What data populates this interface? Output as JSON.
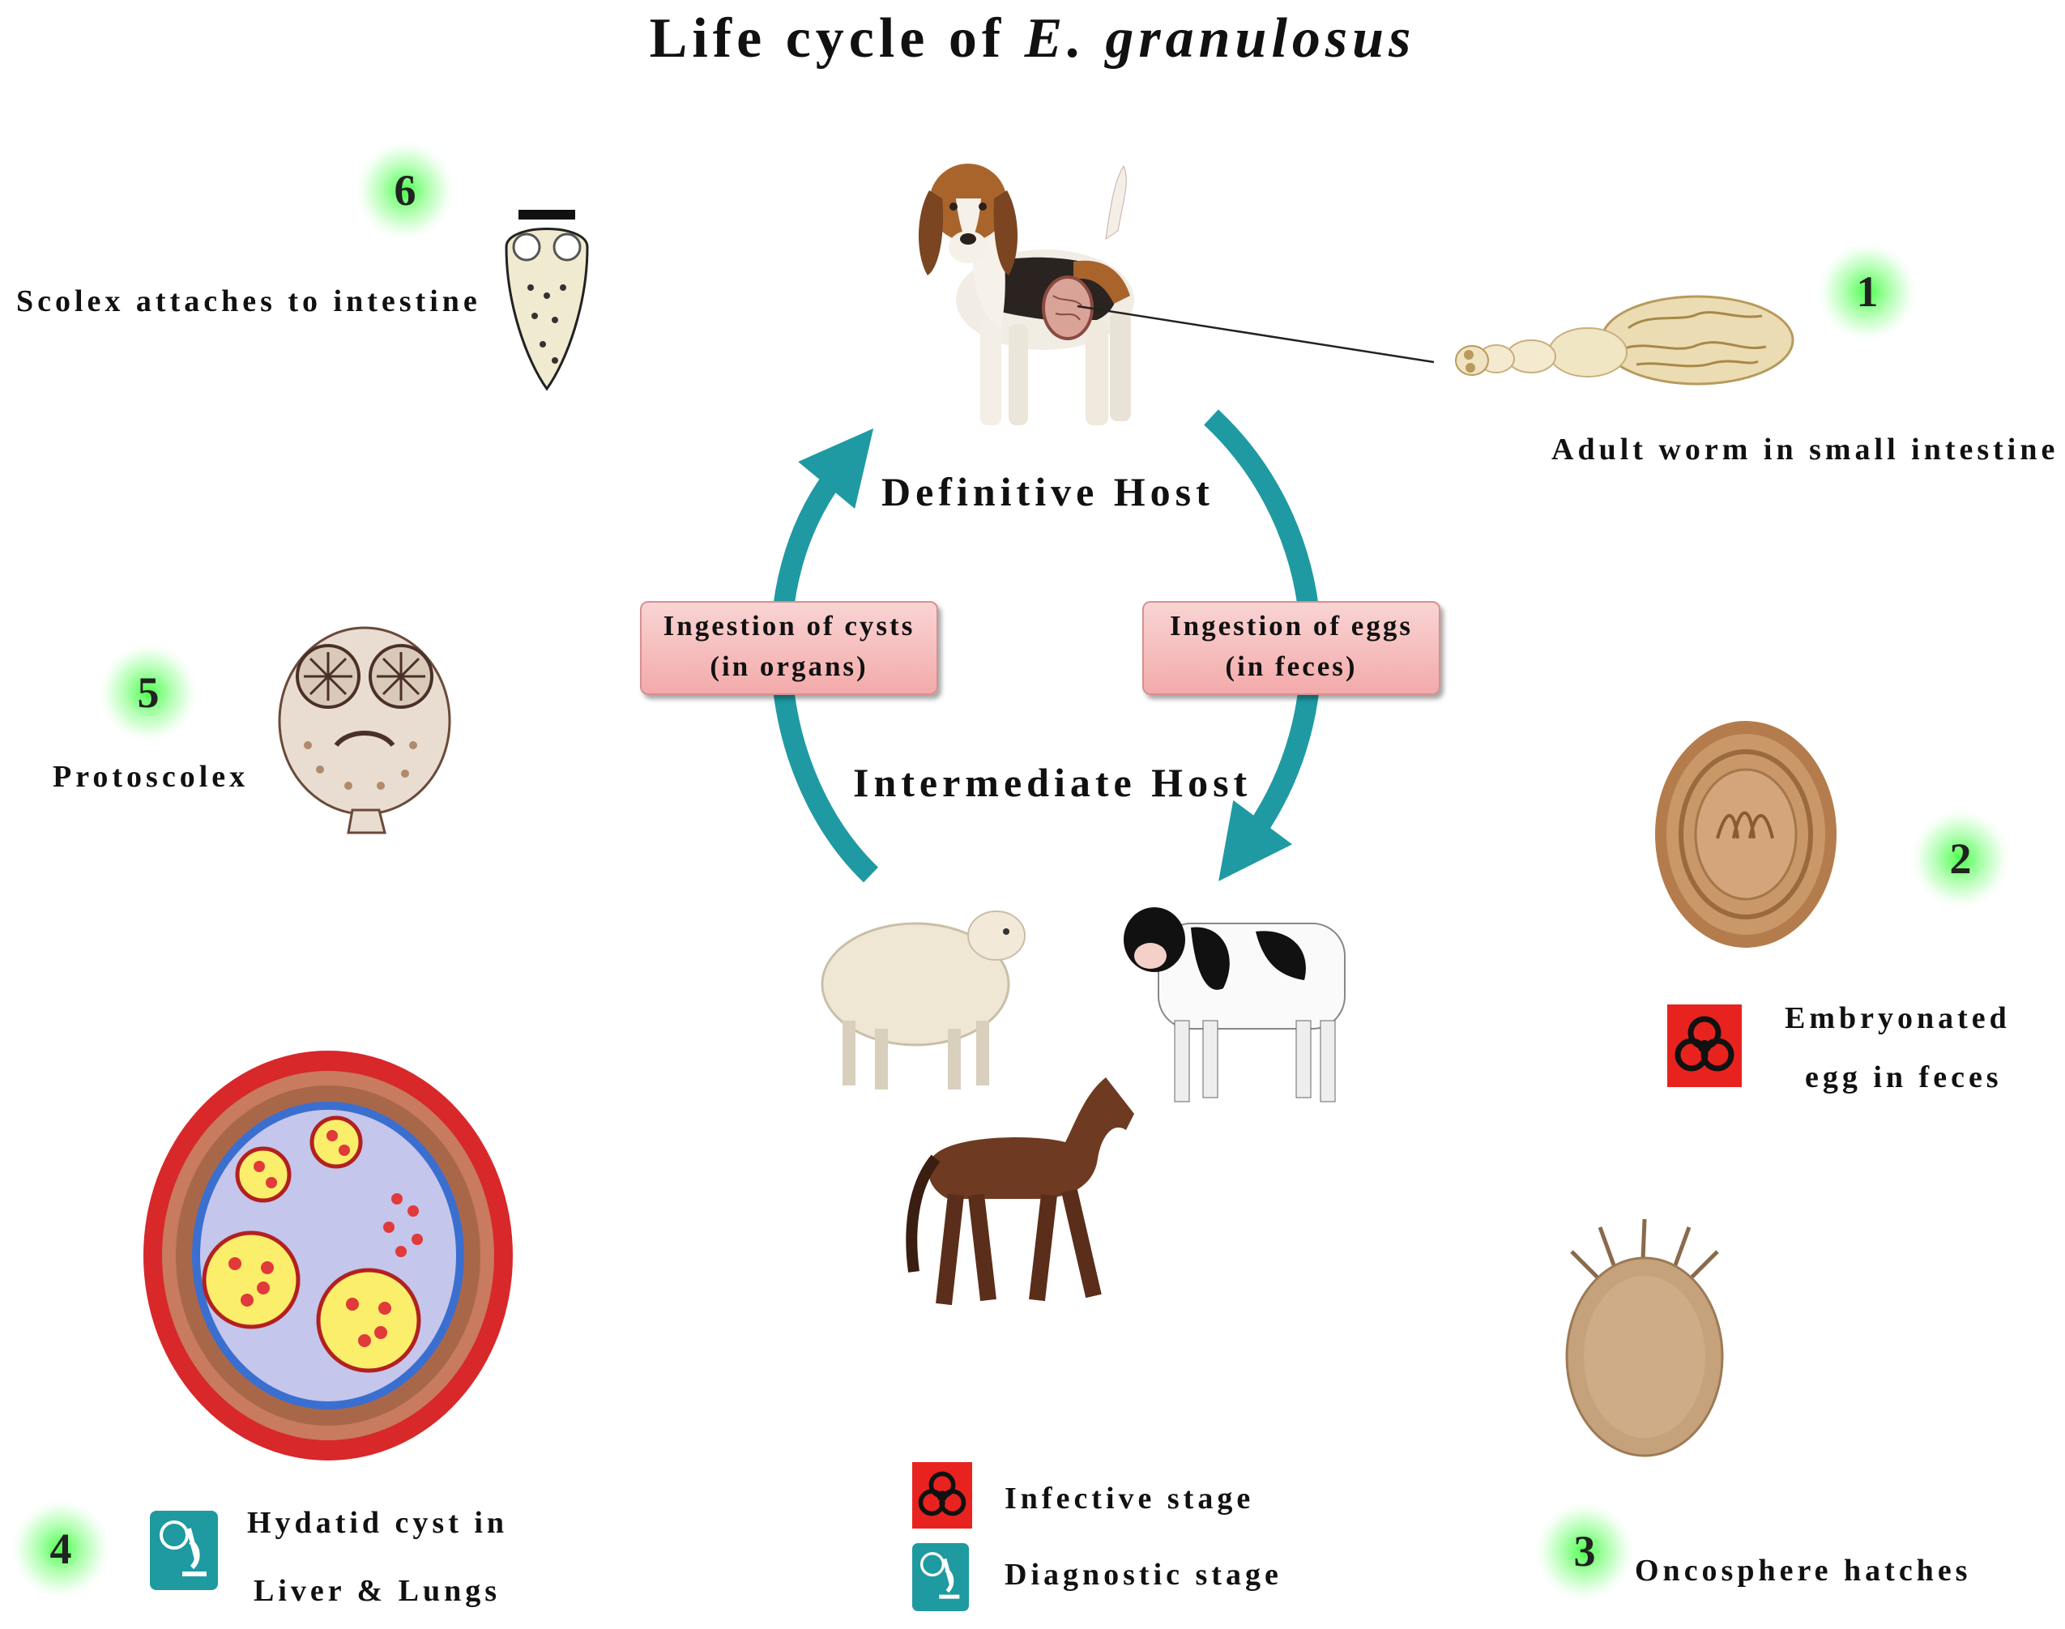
{
  "title": {
    "prefix": "Life cycle of ",
    "species": "E. granulosus"
  },
  "hosts": {
    "definitive": "Definitive Host",
    "intermediate": "Intermediate Host"
  },
  "transmission": {
    "cysts": {
      "line1": "Ingestion of cysts",
      "line2": "(in organs)"
    },
    "eggs": {
      "line1": "Ingestion of eggs",
      "line2": "(in feces)"
    }
  },
  "stages": [
    {
      "number": "1",
      "label": "Adult worm in small intestine"
    },
    {
      "number": "2",
      "label_line1": "Embryonated",
      "label_line2": "egg in feces"
    },
    {
      "number": "3",
      "label": "Oncosphere hatches"
    },
    {
      "number": "4",
      "label_line1": "Hydatid cyst in",
      "label_line2": "Liver & Lungs"
    },
    {
      "number": "5",
      "label": "Protoscolex"
    },
    {
      "number": "6",
      "label": "Scolex attaches to intestine"
    }
  ],
  "legend": {
    "infective": "Infective stage",
    "diagnostic": "Diagnostic stage"
  },
  "colors": {
    "arrow": "#1f9aa3",
    "biohazard_bg": "#e8231f",
    "diagnostic_bg": "#1e9aa0",
    "box_fill": "#f6bebe",
    "stage_glow": "#5cff5c"
  },
  "icons": [
    "biohazard-icon",
    "microscope-icon"
  ]
}
